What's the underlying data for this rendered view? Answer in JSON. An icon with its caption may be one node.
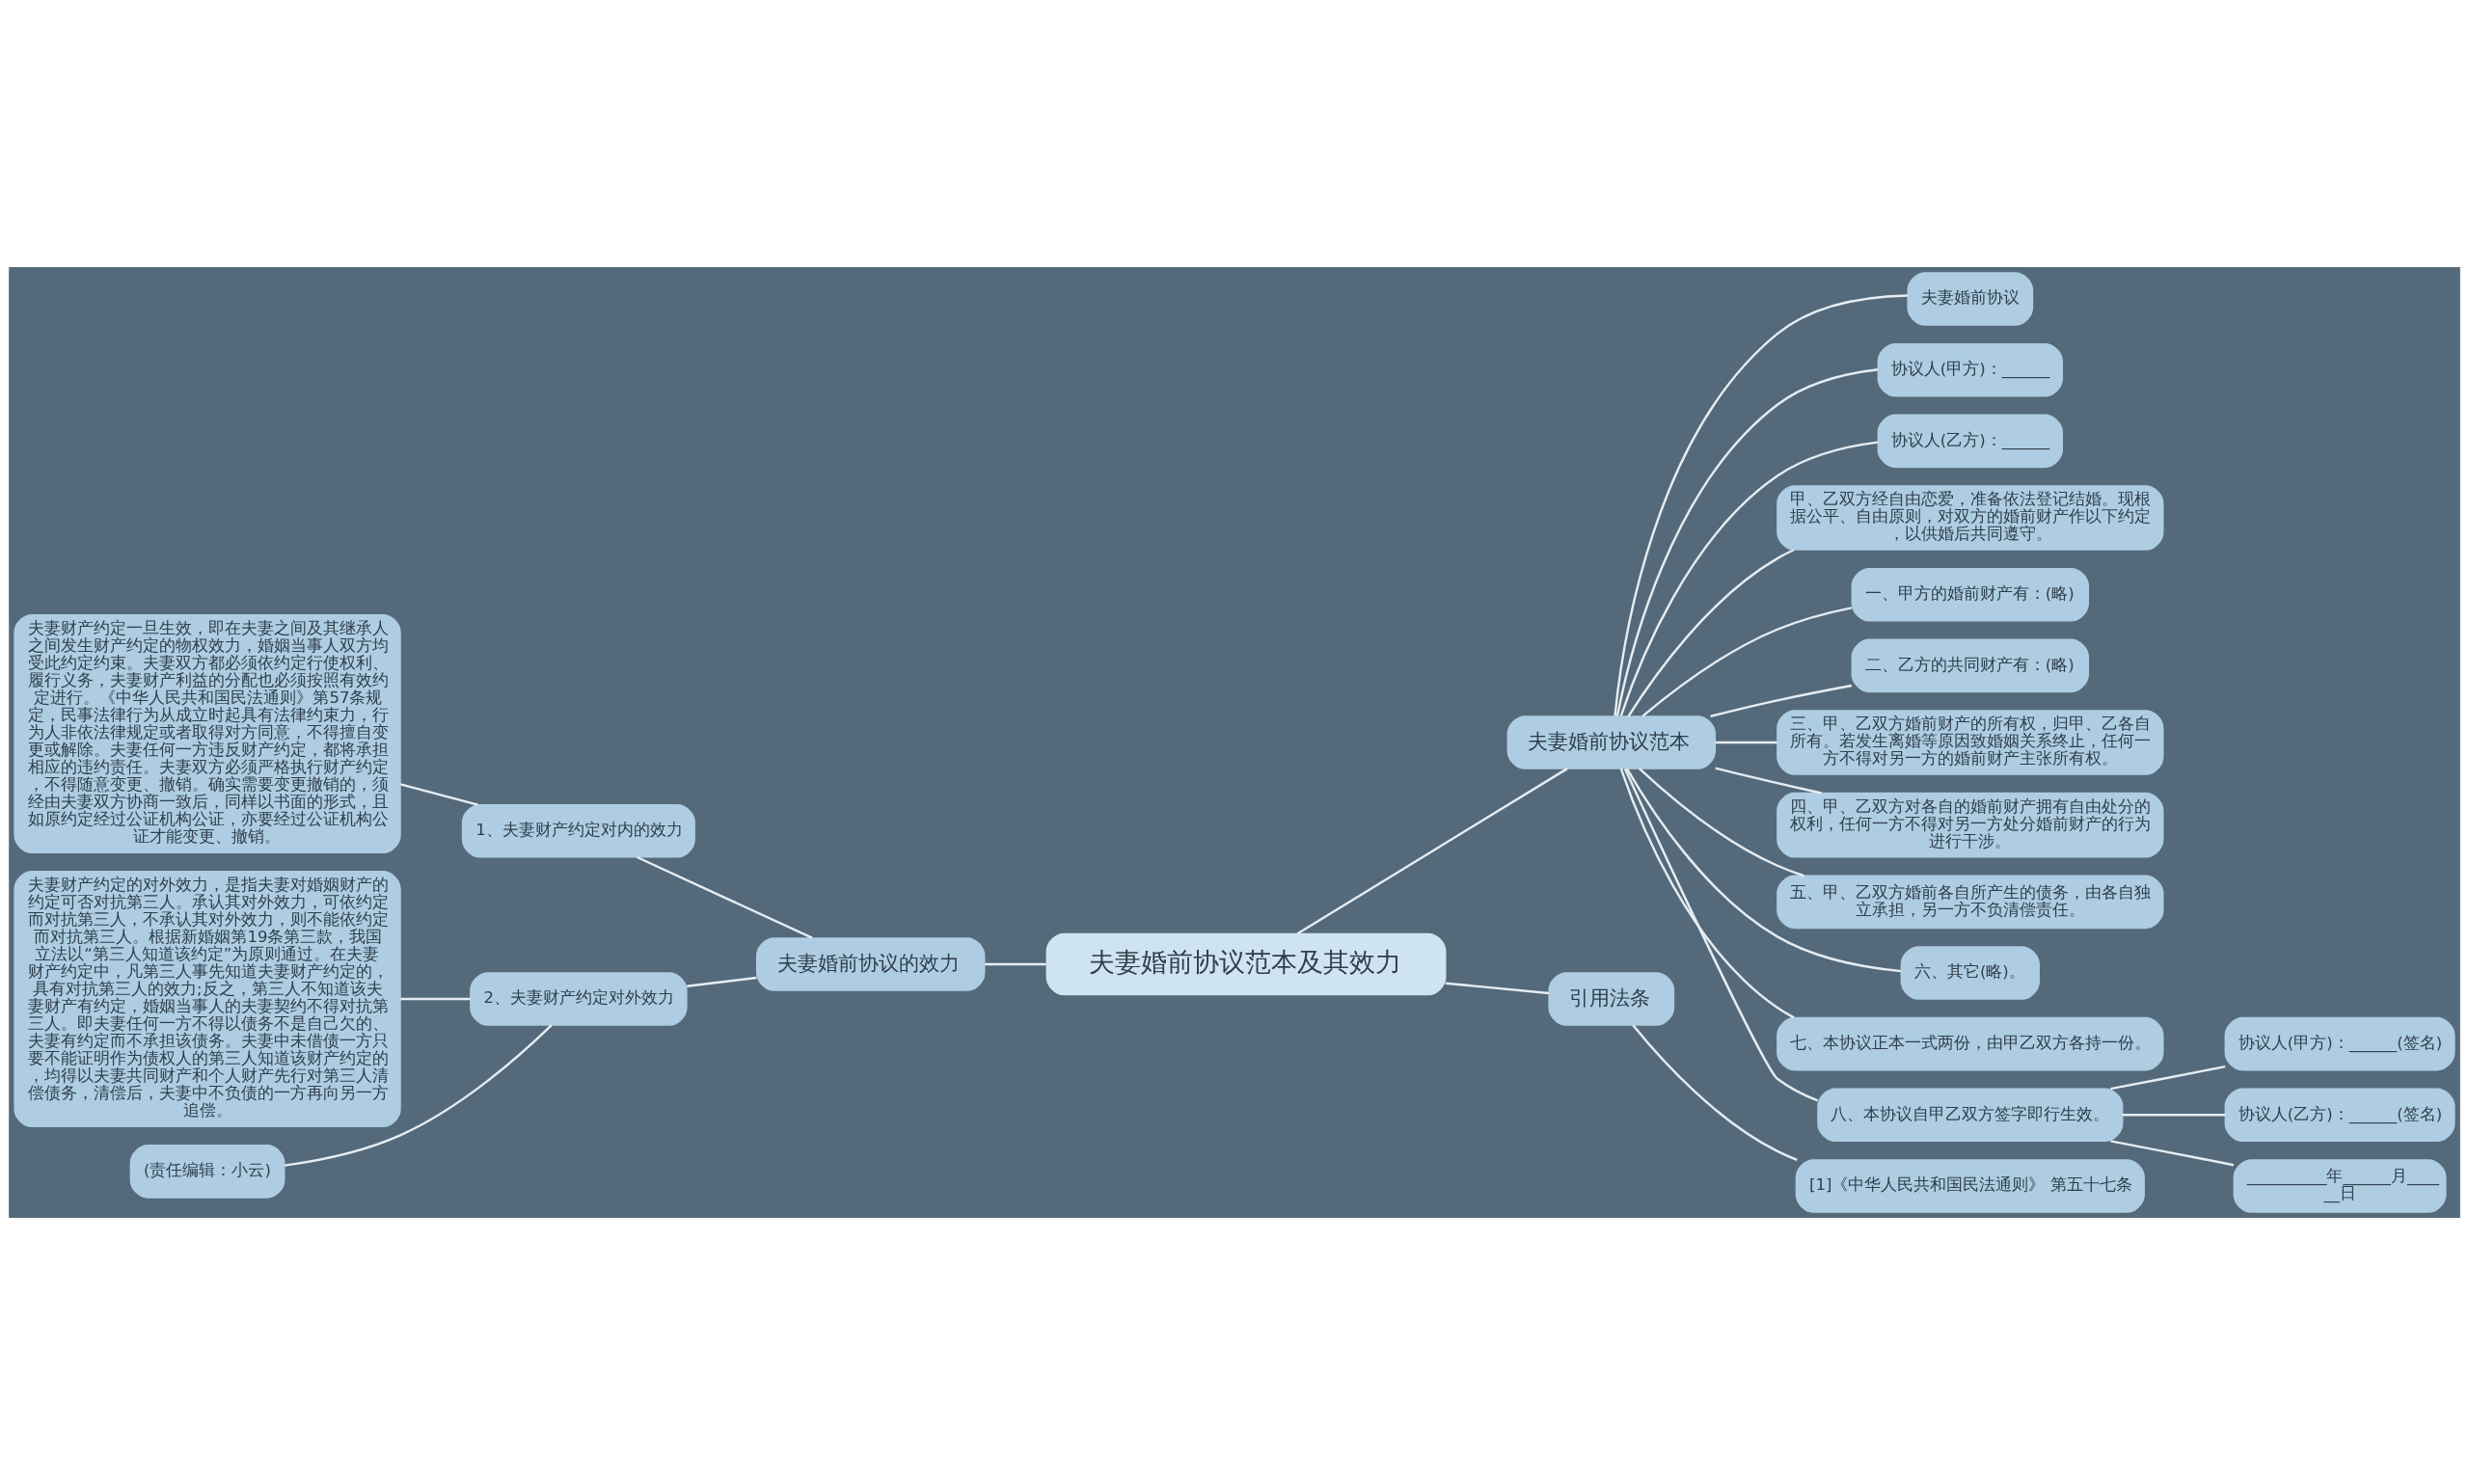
{
  "diagram": {
    "nodes": [
      {
        "text": [
          "夫妻婚前协议范本及其效力"
        ]
      },
      {
        "text": [
          "夫妻婚前协议的效力"
        ]
      },
      {
        "text": [
          "1、夫妻财产约定对内的效力"
        ]
      },
      {
        "text": [
          "夫妻财产约定一旦生效，即在夫妻之间及其继承人之间发生财产约定的物权效力，婚姻当事人双方均受此约定约束。夫妻双方都必须依约定行使权利、履行义务，夫妻财产利益的分配也必须按照有效约定进行。《中华人民共和国民法通则》第57条规定，民事法律行为从成立时起具有法律约束力，行为人非依法律规定或者取得对方同意，不得擅自变更或解除。夫妻任何一方违反财产约定，都将承担相应的违约责任。夫妻双方必须严格执行财产约定，不得随意变更、撤销。确实需要变更撤销的，须经由夫妻双方协商一致后，同样以书面的形式，且如原约定经过公证机构公证，亦要经过公证机构公证才能变更、撤销。"
        ]
      },
      {
        "text": [
          "2、夫妻财产约定对外效力"
        ]
      },
      {
        "text": [
          "夫妻财产约定的对外效力，是指夫妻对婚姻财产的约定可否对抗第三人。承认其对外效力，可依约定而对抗第三人，不承认其对外效力，则不能依约定而对抗第三人。根据新婚姻第19条第三款，我国立法以“第三人知道该约定”为原则通过。在夫妻财产约定中，凡第三人事先知道夫妻财产约定的，具有对抗第三人的效力;反之，第三人不知道该夫妻财产有约定，婚姻当事人的夫妻契约不得对抗第三人。即夫妻任何一方不得以债务不是自己欠的、夫妻有约定而不承担该债务。夫妻中未借债一方只要不能证明作为债权人的第三人知道该财产约定的，均得以夫妻共同财产和个人财产先行对第三人清偿债务，清偿后，夫妻中不负债的一方再向另一方追偿。"
        ]
      },
      {
        "text": [
          "(责任编辑：小云)"
        ]
      },
      {
        "text": [
          "夫妻婚前协议范本"
        ]
      },
      {
        "text": [
          "夫妻婚前协议"
        ]
      },
      {
        "text": [
          "协议人(甲方)：______"
        ]
      },
      {
        "text": [
          "协议人(乙方)：______"
        ]
      },
      {
        "text": [
          "甲、乙双方经自由恋爱，准备依法登记结婚。现根据公平、自由原则，对双方的婚前财产作以下约定，以供婚后共同遵守。"
        ]
      },
      {
        "text": [
          "一、甲方的婚前财产有：(略)"
        ]
      },
      {
        "text": [
          "二、乙方的共同财产有：(略)"
        ]
      },
      {
        "text": [
          "三、甲、乙双方婚前财产的所有权，归甲、乙各自所有。若发生离婚等原因致婚姻关系终止，任何一方不得对另一方的婚前财产主张所有权。"
        ]
      },
      {
        "text": [
          "四、甲、乙双方对各自的婚前财产拥有自由处分的权利，任何一方不得对另一方处分婚前财产的行为进行干涉。"
        ]
      },
      {
        "text": [
          "五、甲、乙双方婚前各自所产生的债务，由各自独立承担，另一方不负清偿责任。"
        ]
      },
      {
        "text": [
          "六、其它(略)。"
        ]
      },
      {
        "text": [
          "七、本协议正本一式两份，由甲乙双方各持一份。"
        ]
      },
      {
        "text": [
          "八、本协议自甲乙双方签字即行生效。"
        ]
      },
      {
        "text": [
          "协议人(甲方)：______(签名)"
        ]
      },
      {
        "text": [
          "协议人(乙方)：______(签名)"
        ]
      },
      {
        "text": [
          "__________年______月______日"
        ]
      },
      {
        "text": [
          "引用法条"
        ]
      },
      {
        "text": [
          "[1]《中华人民共和国民法通则》 第五十七条"
        ]
      }
    ],
    "edges": [
      {
        "from": 0,
        "to": 1,
        "arrow": "none"
      },
      {
        "from": 1,
        "to": 2,
        "arrow": "none"
      },
      {
        "from": 2,
        "to": 3,
        "arrow": "none"
      },
      {
        "from": 1,
        "to": 4,
        "arrow": "none"
      },
      {
        "from": 4,
        "to": 5,
        "arrow": "none"
      },
      {
        "from": 4,
        "to": 6,
        "arrow": "none"
      },
      {
        "from": 0,
        "to": 7,
        "arrow": "none"
      },
      {
        "from": 7,
        "to": 8,
        "arrow": "none"
      },
      {
        "from": 7,
        "to": 9,
        "arrow": "none"
      },
      {
        "from": 7,
        "to": 10,
        "arrow": "none"
      },
      {
        "from": 7,
        "to": 11,
        "arrow": "none"
      },
      {
        "from": 7,
        "to": 12,
        "arrow": "none"
      },
      {
        "from": 7,
        "to": 13,
        "arrow": "none"
      },
      {
        "from": 7,
        "to": 14,
        "arrow": "none"
      },
      {
        "from": 7,
        "to": 15,
        "arrow": "none"
      },
      {
        "from": 7,
        "to": 16,
        "arrow": "none"
      },
      {
        "from": 7,
        "to": 17,
        "arrow": "none"
      },
      {
        "from": 7,
        "to": 18,
        "arrow": "none"
      },
      {
        "from": 7,
        "to": 19,
        "arrow": "none"
      },
      {
        "from": 19,
        "to": 20,
        "arrow": "none"
      },
      {
        "from": 19,
        "to": 21,
        "arrow": "none"
      },
      {
        "from": 19,
        "to": 22,
        "arrow": "none"
      },
      {
        "from": 0,
        "to": 23,
        "arrow": "none"
      },
      {
        "from": 23,
        "to": 24,
        "arrow": "none"
      }
    ]
  }
}
